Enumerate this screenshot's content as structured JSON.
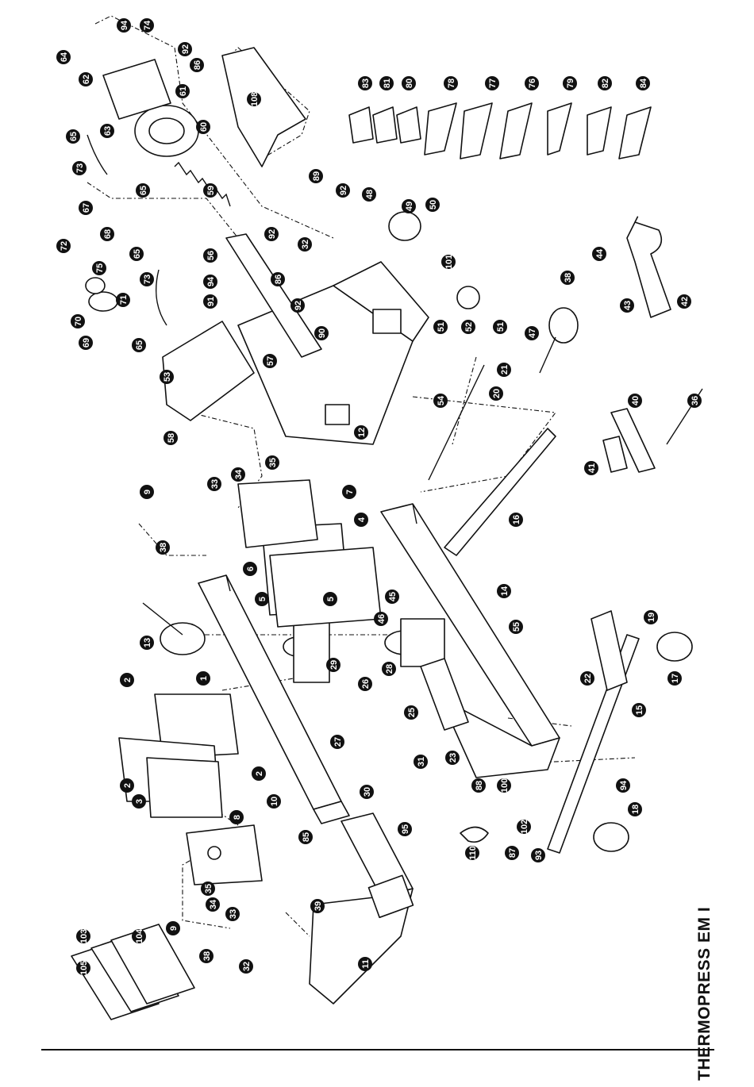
{
  "document": {
    "title": "THERMOPRESS EM I"
  },
  "part_numbers": [
    "1",
    "2",
    "3",
    "4",
    "5",
    "6",
    "7",
    "8",
    "9",
    "10",
    "11",
    "12",
    "13",
    "14",
    "15",
    "16",
    "17",
    "18",
    "19",
    "20",
    "21",
    "22",
    "23",
    "25",
    "26",
    "27",
    "28",
    "29",
    "30",
    "31",
    "32",
    "33",
    "34",
    "35",
    "36",
    "38",
    "39",
    "40",
    "41",
    "42",
    "43",
    "44",
    "45",
    "46",
    "47",
    "48",
    "49",
    "50",
    "51",
    "52",
    "53",
    "54",
    "55",
    "56",
    "57",
    "58",
    "59",
    "60",
    "61",
    "62",
    "63",
    "64",
    "65",
    "67",
    "68",
    "69",
    "70",
    "71",
    "72",
    "73",
    "74",
    "75",
    "76",
    "77",
    "78",
    "79",
    "80",
    "81",
    "82",
    "83",
    "84",
    "85",
    "86",
    "87",
    "88",
    "89",
    "90",
    "91",
    "92",
    "93",
    "94",
    "95",
    "100",
    "101",
    "102",
    "103",
    "104",
    "105",
    "108",
    "110"
  ],
  "colors": {
    "ink": "#111111",
    "paper": "#ffffff"
  }
}
